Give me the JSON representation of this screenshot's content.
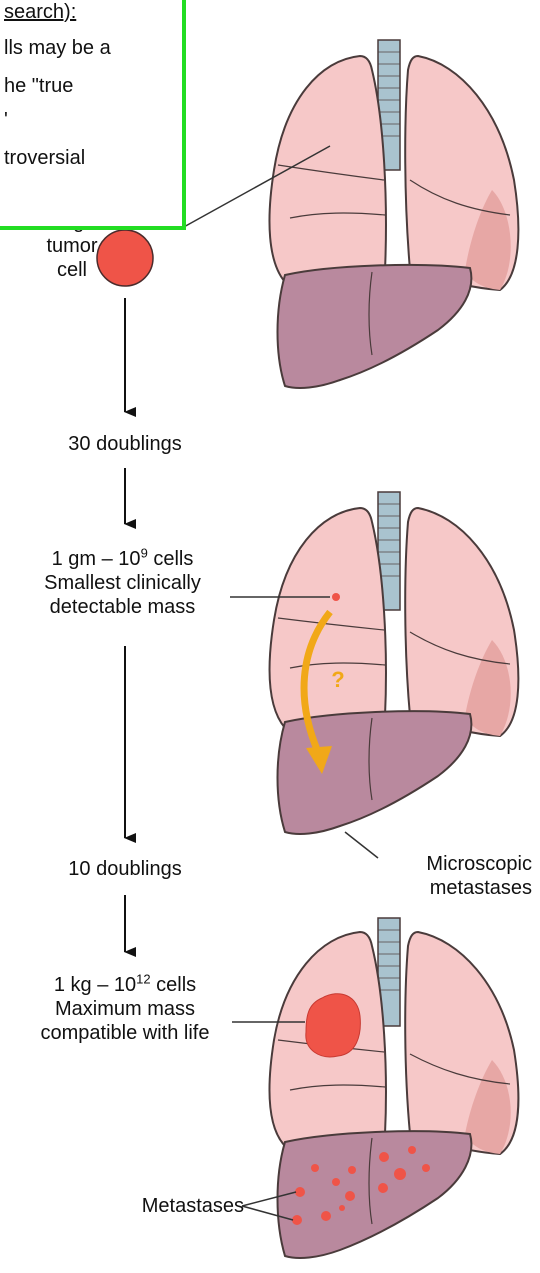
{
  "callout": {
    "line1": "search):",
    "line2": "lls may be a",
    "line3": "he \"true",
    "line4": "'",
    "line5": "troversial"
  },
  "stages": {
    "single_cell": {
      "line1": "Single",
      "line2": "tumor",
      "line3": "cell"
    },
    "doublings_30": "30 doublings",
    "detectable": {
      "line1_main": "1 gm – 10",
      "line1_exp": "9",
      "line1_tail": " cells",
      "line2": "Smallest clinically",
      "line3": "detectable mass"
    },
    "microscopic": {
      "line1": "Microscopic",
      "line2": "metastases"
    },
    "question_mark": "?",
    "doublings_10": "10 doublings",
    "maximum": {
      "line1_main": "1 kg – 10",
      "line1_exp": "12",
      "line1_tail": " cells",
      "line2": "Maximum mass",
      "line3": "compatible with life"
    },
    "metastases": "Metastases"
  },
  "colors": {
    "lung": "#f6c8c8",
    "lung_shade": "#e7a7a5",
    "lung_outline": "#4a3b3b",
    "liver": "#b9899e",
    "trachea": "#a9c3cf",
    "tumor": "#ef5448",
    "arrow_orange": "#f1a818",
    "callout_border": "#22dd22"
  }
}
